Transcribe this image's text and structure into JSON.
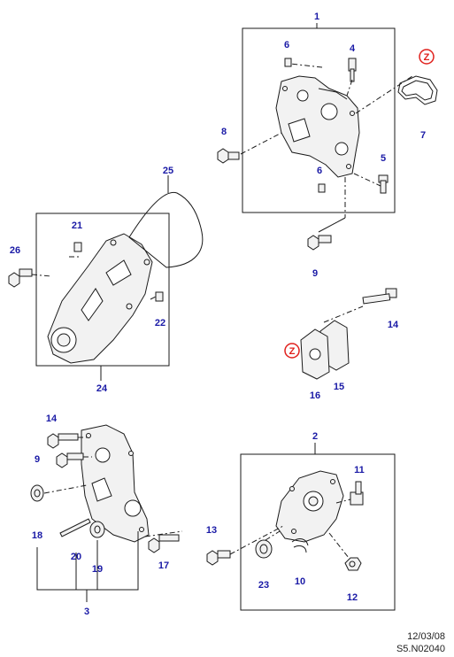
{
  "callouts": {
    "c1": "1",
    "c2": "2",
    "c3": "3",
    "c4": "4",
    "c5": "5",
    "c6a": "6",
    "c6b": "6",
    "c7": "7",
    "c8": "8",
    "c9a": "9",
    "c9b": "9",
    "c10": "10",
    "c11": "11",
    "c12": "12",
    "c13": "13",
    "c14a": "14",
    "c14b": "14",
    "c15": "15",
    "c16": "16",
    "c17": "17",
    "c18": "18",
    "c19": "19",
    "c20": "20",
    "c21": "21",
    "c22": "22",
    "c23": "23",
    "c24": "24",
    "c25": "25",
    "c26": "26"
  },
  "markers": {
    "z_top": "Z",
    "z_middle": "Z"
  },
  "footer": {
    "date": "12/03/08",
    "code": "S5.N02040"
  },
  "colors": {
    "callout": "#1a1aa6",
    "marker": "#e0201c",
    "line": "#1a1a1a"
  }
}
